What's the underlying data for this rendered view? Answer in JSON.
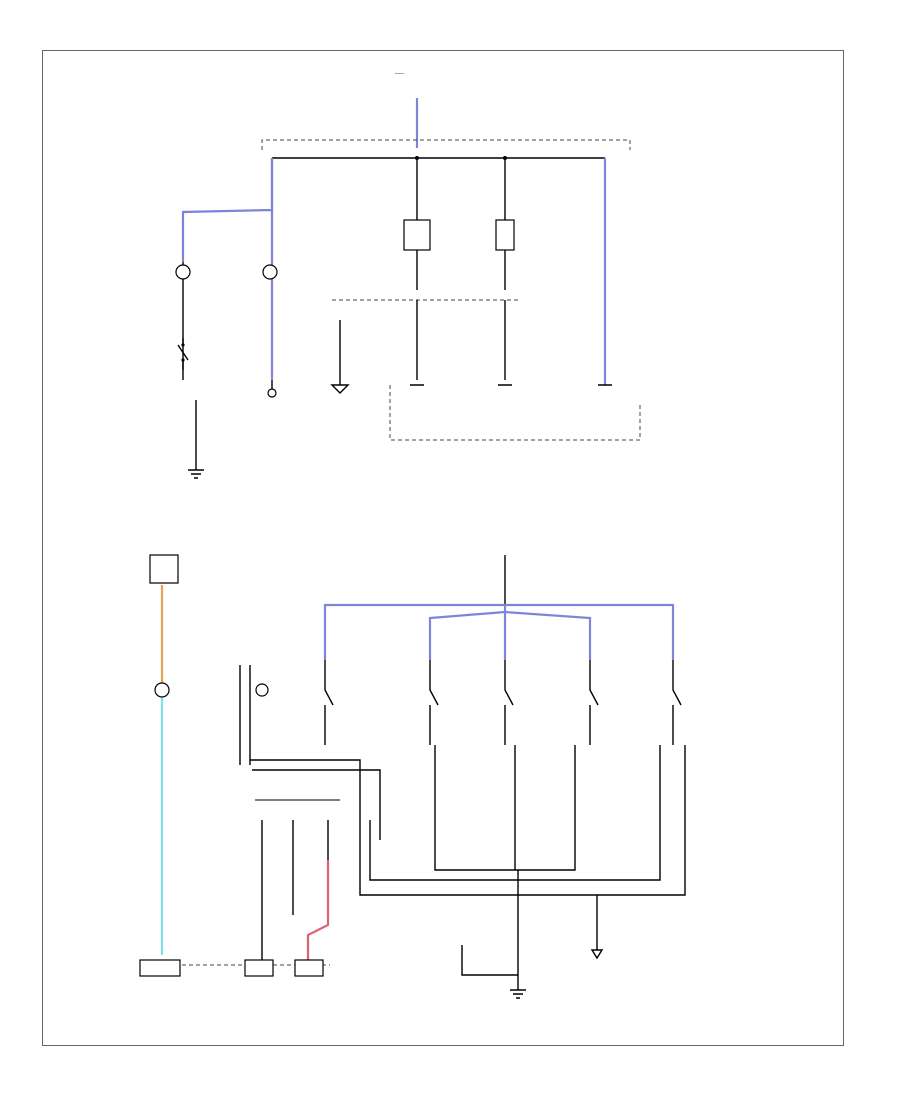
{
  "diagram": {
    "footer_code": "",
    "colors": {
      "blue_wire": "#7d86d6",
      "orange_wire": "#e8a25a",
      "cyan_wire": "#7fe0ea",
      "red_wire": "#e06070",
      "line": "#000000"
    },
    "top_section": {
      "source_label": "",
      "components": [
        "lamp",
        "lamp",
        "lamp",
        "lamp",
        "switch",
        "ground",
        "ground",
        "ground"
      ]
    },
    "bottom_section": {
      "source_label": "",
      "components": [
        "switch",
        "lamp",
        "switch",
        "switch",
        "switch",
        "switch",
        "switch",
        "switch",
        "ground",
        "ground"
      ]
    }
  }
}
